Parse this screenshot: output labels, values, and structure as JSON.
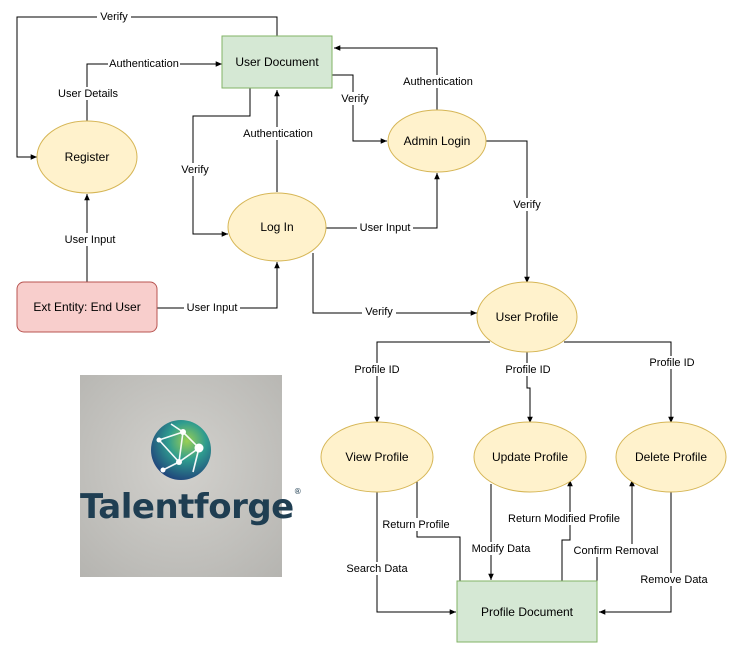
{
  "nodes": {
    "user_document": "User Document",
    "register": "Register",
    "admin_login": "Admin Login",
    "log_in": "Log In",
    "ext_entity": "Ext Entity: End User",
    "user_profile": "User Profile",
    "view_profile": "View Profile",
    "update_profile": "Update Profile",
    "delete_profile": "Delete Profile",
    "profile_document": "Profile Document"
  },
  "edges": {
    "verify_top": "Verify",
    "authentication_reg": "Authentication",
    "user_details": "User Details",
    "user_input_reg": "User Input",
    "verify_doc_login": "Verify",
    "authentication_login": "Authentication",
    "verify_doc_admin": "Verify",
    "authentication_admin": "Authentication",
    "user_input_admin": "User Input",
    "user_input_login": "User Input",
    "verify_admin_profile": "Verify",
    "verify_login_profile": "Verify",
    "profile_id_view": "Profile ID",
    "profile_id_update": "Profile ID",
    "profile_id_delete": "Profile ID",
    "return_profile": "Return Profile",
    "search_data": "Search Data",
    "modify_data": "Modify Data",
    "return_modified": "Return Modified Profile",
    "confirm_removal": "Confirm Removal",
    "remove_data": "Remove Data"
  },
  "logo": {
    "name": "Talentforge",
    "mark": "®"
  },
  "colors": {
    "doc_fill": "#d5e8d4",
    "doc_stroke": "#82b366",
    "process_fill": "#fff2cc",
    "process_stroke": "#d6b656",
    "entity_fill": "#f8cecc",
    "entity_stroke": "#b85450"
  }
}
